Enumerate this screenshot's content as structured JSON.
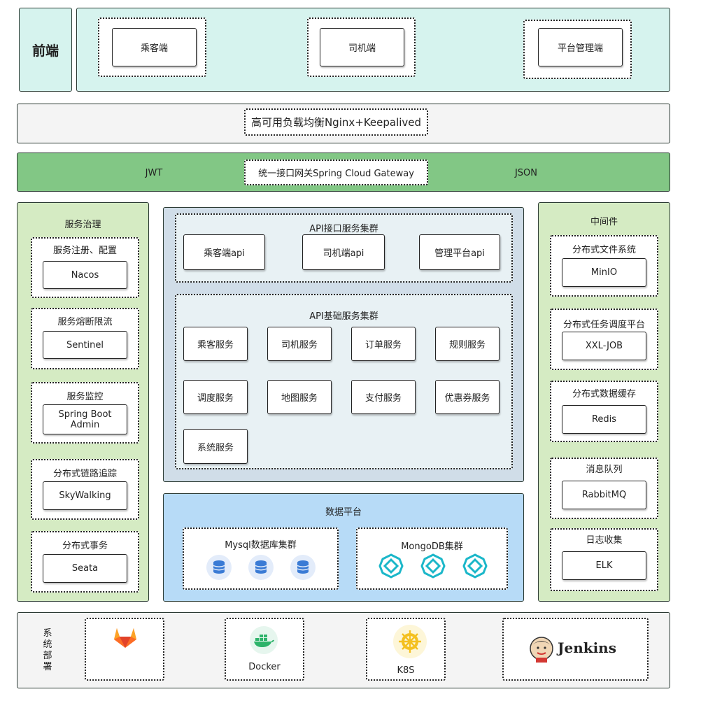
{
  "frontend": {
    "title": "前端",
    "clients": [
      "乘客端",
      "司机端",
      "平台管理端"
    ]
  },
  "lb": {
    "label": "高可用负载均衡Nginx+Keepalived"
  },
  "gateway": {
    "left": "JWT",
    "label": "统一接口网关Spring Cloud Gateway",
    "right": "JSON"
  },
  "governance": {
    "title": "服务治理",
    "groups": [
      {
        "title": "服务注册、配置",
        "item": "Nacos"
      },
      {
        "title": "服务熔断限流",
        "item": "Sentinel"
      },
      {
        "title": "服务监控",
        "item": "Spring Boot Admin"
      },
      {
        "title": "分布式链路追踪",
        "item": "SkyWalking"
      },
      {
        "title": "分布式事务",
        "item": "Seata"
      }
    ]
  },
  "api_cluster": {
    "title": "API接口服务集群",
    "items": [
      "乘客端api",
      "司机端api",
      "管理平台api"
    ]
  },
  "base_cluster": {
    "title": "API基础服务集群",
    "items": [
      "乘客服务",
      "司机服务",
      "订单服务",
      "规则服务",
      "调度服务",
      "地图服务",
      "支付服务",
      "优惠券服务",
      "系统服务"
    ]
  },
  "data_platform": {
    "title": "数据平台",
    "mysql": "Mysql数据库集群",
    "mongo": "MongoDB集群"
  },
  "middleware": {
    "title": "中间件",
    "groups": [
      {
        "title": "分布式文件系统",
        "item": "MinIO"
      },
      {
        "title": "分布式任务调度平台",
        "item": "XXL-JOB"
      },
      {
        "title": "分布式数据缓存",
        "item": "Redis"
      },
      {
        "title": "消息队列",
        "item": "RabbitMQ"
      },
      {
        "title": "日志收集",
        "item": "ELK"
      }
    ]
  },
  "deploy": {
    "title_chars": [
      "系",
      "统",
      "部",
      "署"
    ],
    "docker": "Docker",
    "k8s": "K8S",
    "jenkins": "Jenkins"
  },
  "colors": {
    "frontend_bg": "#d6f3ee",
    "lb_bg": "#f4f4f4",
    "gateway_bg": "#82c785",
    "side_bg": "#d5ebc3",
    "center_bg": "#d0dde8",
    "inner_bg": "#e8f1f4",
    "data_bg": "#b7dbf7",
    "deploy_bg": "#f4f4f4"
  }
}
